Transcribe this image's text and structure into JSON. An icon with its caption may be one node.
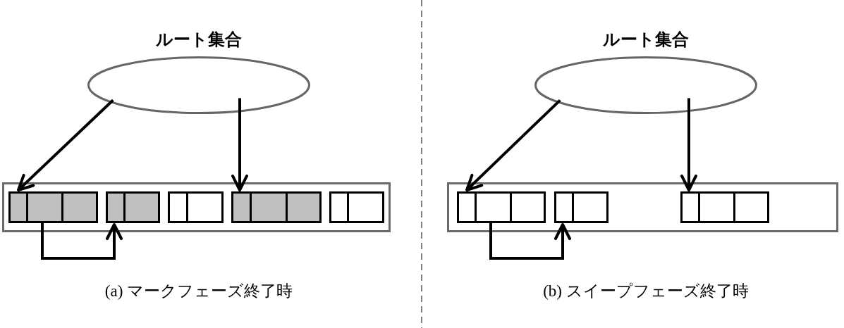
{
  "diagram": {
    "nodes": [
      {
        "text": [
          "ルート集合"
        ]
      },
      {
        "text": [],
        "shape": "box"
      },
      {
        "text": [],
        "shape": "box",
        "in": 1
      },
      {
        "text": [],
        "shape": "box",
        "in": 1
      },
      {
        "text": [],
        "shape": "box",
        "in": 1
      },
      {
        "text": [],
        "shape": "box",
        "in": 1
      },
      {
        "text": [],
        "shape": "box",
        "in": 1
      },
      {
        "text": [
          "ルート集合"
        ]
      },
      {
        "text": [],
        "shape": "box"
      },
      {
        "text": [],
        "shape": "box",
        "in": 8
      },
      {
        "text": [],
        "shape": "box",
        "in": 8
      },
      {
        "text": [],
        "shape": "box",
        "in": 8
      }
    ],
    "edges": [
      {
        "from": 0,
        "to": 2,
        "arrow": "to"
      },
      {
        "from": 0,
        "to": 5,
        "arrow": "to"
      },
      {
        "from": 2,
        "to": 3,
        "arrow": "to"
      },
      {
        "from": 7,
        "to": 9,
        "arrow": "to"
      },
      {
        "from": 7,
        "to": 11,
        "arrow": "to"
      },
      {
        "from": 9,
        "to": 10,
        "arrow": "to"
      }
    ],
    "labels": [
      "(a) マークフェーズ終了時",
      "(b) スイープフェーズ終了時"
    ]
  }
}
